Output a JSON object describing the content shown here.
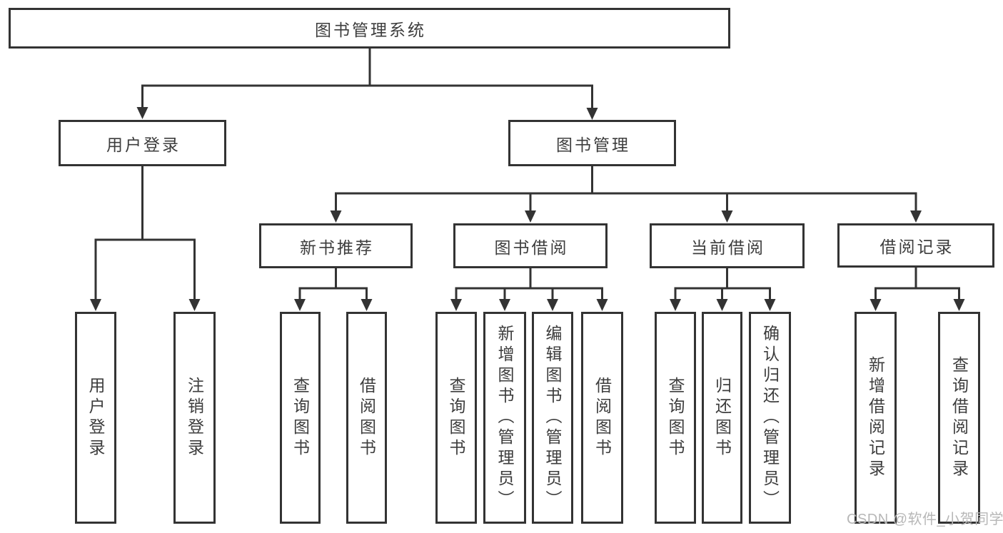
{
  "tree": {
    "root_label": "图书管理系统",
    "branches": [
      {
        "label": "用户登录",
        "leaves": [
          "用户登录",
          "注销登录"
        ]
      },
      {
        "label": "图书管理",
        "groups": [
          {
            "label": "新书推荐",
            "leaves": [
              "查询图书",
              "借阅图书"
            ]
          },
          {
            "label": "图书借阅",
            "leaves": [
              "查询图书",
              "新增图书（管理员）",
              "编辑图书（管理员）",
              "借阅图书"
            ]
          },
          {
            "label": "当前借阅",
            "leaves": [
              "查询图书",
              "归还图书",
              "确认归还（管理员）"
            ]
          },
          {
            "label": "借阅记录",
            "leaves": [
              "新增借阅记录",
              "查询借阅记录"
            ]
          }
        ]
      }
    ]
  },
  "watermark": {
    "text": "CSDN @软件_小贺同学"
  },
  "colors": {
    "line": "#333333",
    "box_border": "#333333",
    "box_fill": "#ffffff",
    "text": "#3d3d3d",
    "watermark": "#b7b7b7"
  }
}
